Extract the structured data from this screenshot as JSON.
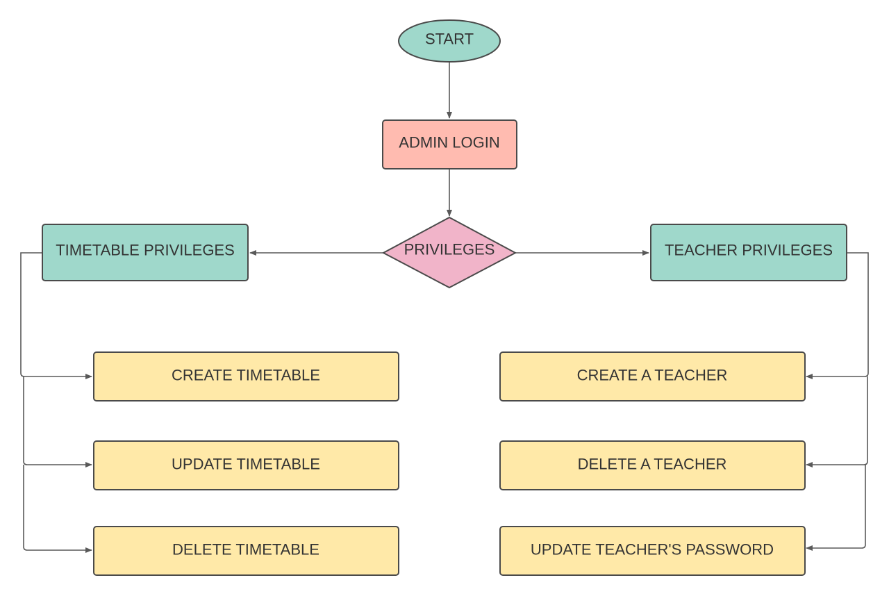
{
  "nodes": {
    "start": {
      "label": "START",
      "shape": "ellipse",
      "color": "#9fd8cb"
    },
    "admin_login": {
      "label": "ADMIN LOGIN",
      "shape": "rect",
      "color": "#ffbbb0"
    },
    "privileges": {
      "label": "PRIVILEGES",
      "shape": "diamond",
      "color": "#f1b4c9"
    },
    "timetable_privileges": {
      "label": "TIMETABLE PRIVILEGES",
      "shape": "rect",
      "color": "#9fd8cb"
    },
    "teacher_privileges": {
      "label": "TEACHER PRIVILEGES",
      "shape": "rect",
      "color": "#9fd8cb"
    },
    "create_timetable": {
      "label": "CREATE TIMETABLE",
      "shape": "rect",
      "color": "#ffe9a8"
    },
    "update_timetable": {
      "label": "UPDATE TIMETABLE",
      "shape": "rect",
      "color": "#ffe9a8"
    },
    "delete_timetable": {
      "label": "DELETE TIMETABLE",
      "shape": "rect",
      "color": "#ffe9a8"
    },
    "create_teacher": {
      "label": "CREATE A TEACHER",
      "shape": "rect",
      "color": "#ffe9a8"
    },
    "delete_teacher": {
      "label": "DELETE A TEACHER",
      "shape": "rect",
      "color": "#ffe9a8"
    },
    "update_teacher_password": {
      "label": "UPDATE TEACHER'S PASSWORD",
      "shape": "rect",
      "color": "#ffe9a8"
    }
  },
  "edges": [
    {
      "from": "start",
      "to": "admin_login"
    },
    {
      "from": "admin_login",
      "to": "privileges"
    },
    {
      "from": "privileges",
      "to": "timetable_privileges"
    },
    {
      "from": "privileges",
      "to": "teacher_privileges"
    },
    {
      "from": "timetable_privileges",
      "to": "create_timetable"
    },
    {
      "from": "timetable_privileges",
      "to": "update_timetable"
    },
    {
      "from": "timetable_privileges",
      "to": "delete_timetable"
    },
    {
      "from": "teacher_privileges",
      "to": "create_teacher"
    },
    {
      "from": "teacher_privileges",
      "to": "delete_teacher"
    },
    {
      "from": "teacher_privileges",
      "to": "update_teacher_password"
    }
  ],
  "colors": {
    "line": "#595959",
    "border": "#4a4a4a",
    "text": "#333333"
  }
}
